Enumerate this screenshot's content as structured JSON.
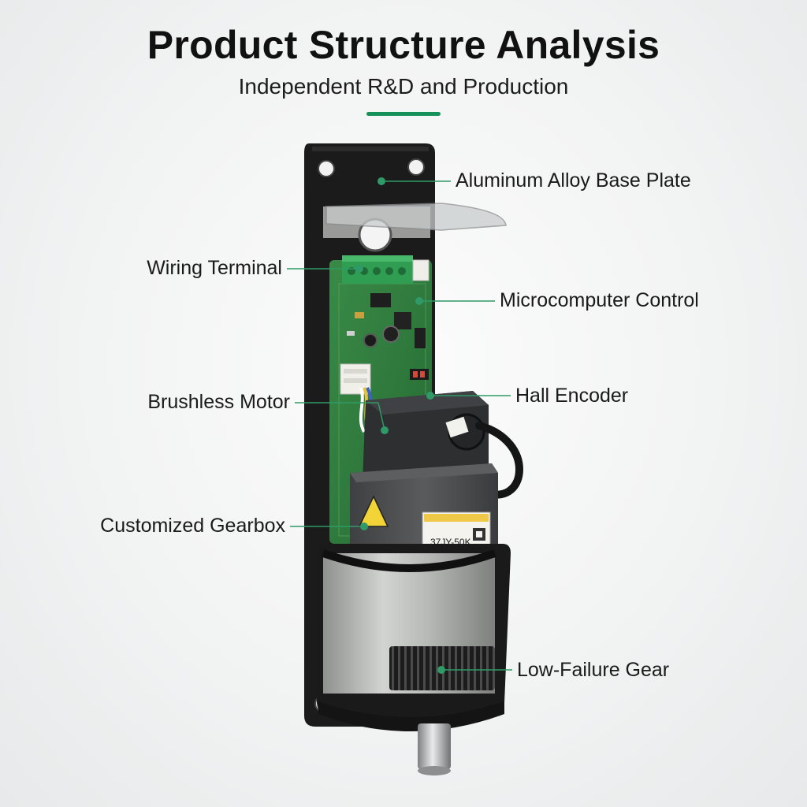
{
  "header": {
    "title": "Product Structure Analysis",
    "subtitle": "Independent R&D and Production"
  },
  "colors": {
    "accent": "#17915a",
    "callout_line": "#2f9a67",
    "plate": "#1a1a1a",
    "pcb": "#2f7b3e",
    "terminal": "#2e9a4e",
    "motor": "#303133",
    "gearbox": "#4b4c4e",
    "housing": "#b4b6b4"
  },
  "product_label": {
    "model_text": "37JY-50K"
  },
  "callouts": [
    {
      "id": "base-plate",
      "label": "Aluminum Alloy Base Plate",
      "side": "right"
    },
    {
      "id": "wiring-terminal",
      "label": "Wiring Terminal",
      "side": "left"
    },
    {
      "id": "microcomputer-control",
      "label": "Microcomputer Control",
      "side": "right"
    },
    {
      "id": "brushless-motor",
      "label": "Brushless Motor",
      "side": "left"
    },
    {
      "id": "hall-encoder",
      "label": "Hall Encoder",
      "side": "right"
    },
    {
      "id": "customized-gearbox",
      "label": "Customized Gearbox",
      "side": "left"
    },
    {
      "id": "low-failure-gear",
      "label": "Low-Failure Gear",
      "side": "right"
    }
  ]
}
